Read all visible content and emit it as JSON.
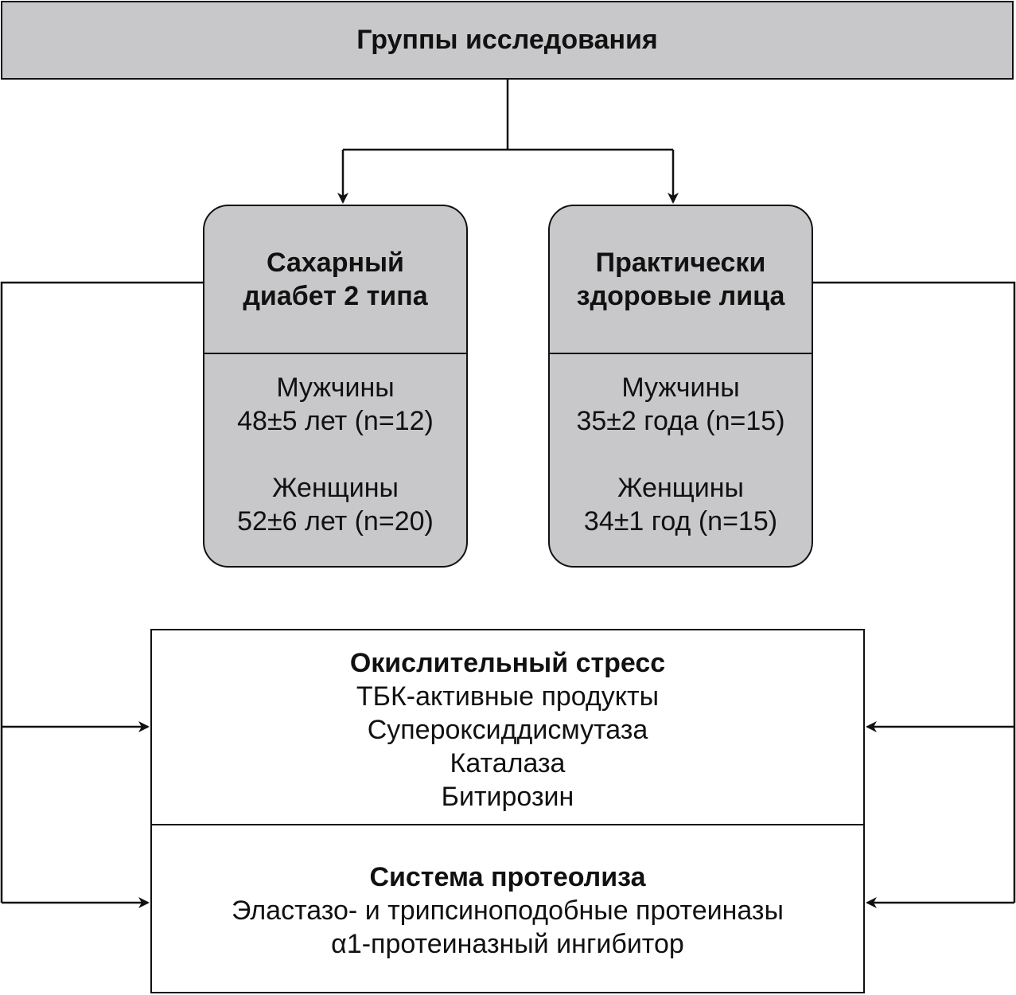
{
  "header": {
    "title": "Группы исследования"
  },
  "groups": [
    {
      "title_lines": [
        "Сахарный",
        "диабет 2 типа"
      ],
      "subgroups": [
        {
          "label": "Мужчины",
          "stats": "48±5 лет (n=12)"
        },
        {
          "label": "Женщины",
          "stats": "52±6 лет (n=20)"
        }
      ]
    },
    {
      "title_lines": [
        "Практически",
        "здоровые лица"
      ],
      "subgroups": [
        {
          "label": "Мужчины",
          "stats": "35±2 года (n=15)"
        },
        {
          "label": "Женщины",
          "stats": "34±1 год (n=15)"
        }
      ]
    }
  ],
  "measures": [
    {
      "title": "Окислительный стресс",
      "items": [
        "ТБК-активные продукты",
        "Супероксиддисмутаза",
        "Каталаза",
        "Битирозин"
      ]
    },
    {
      "title": "Система протеолиза",
      "items": [
        "Эластазо- и трипсиноподобные протеиназы",
        "α1-протеиназный ингибитор"
      ]
    }
  ],
  "colors": {
    "box_fill": "#c8c8ca",
    "stroke": "#111111",
    "background": "#ffffff"
  }
}
